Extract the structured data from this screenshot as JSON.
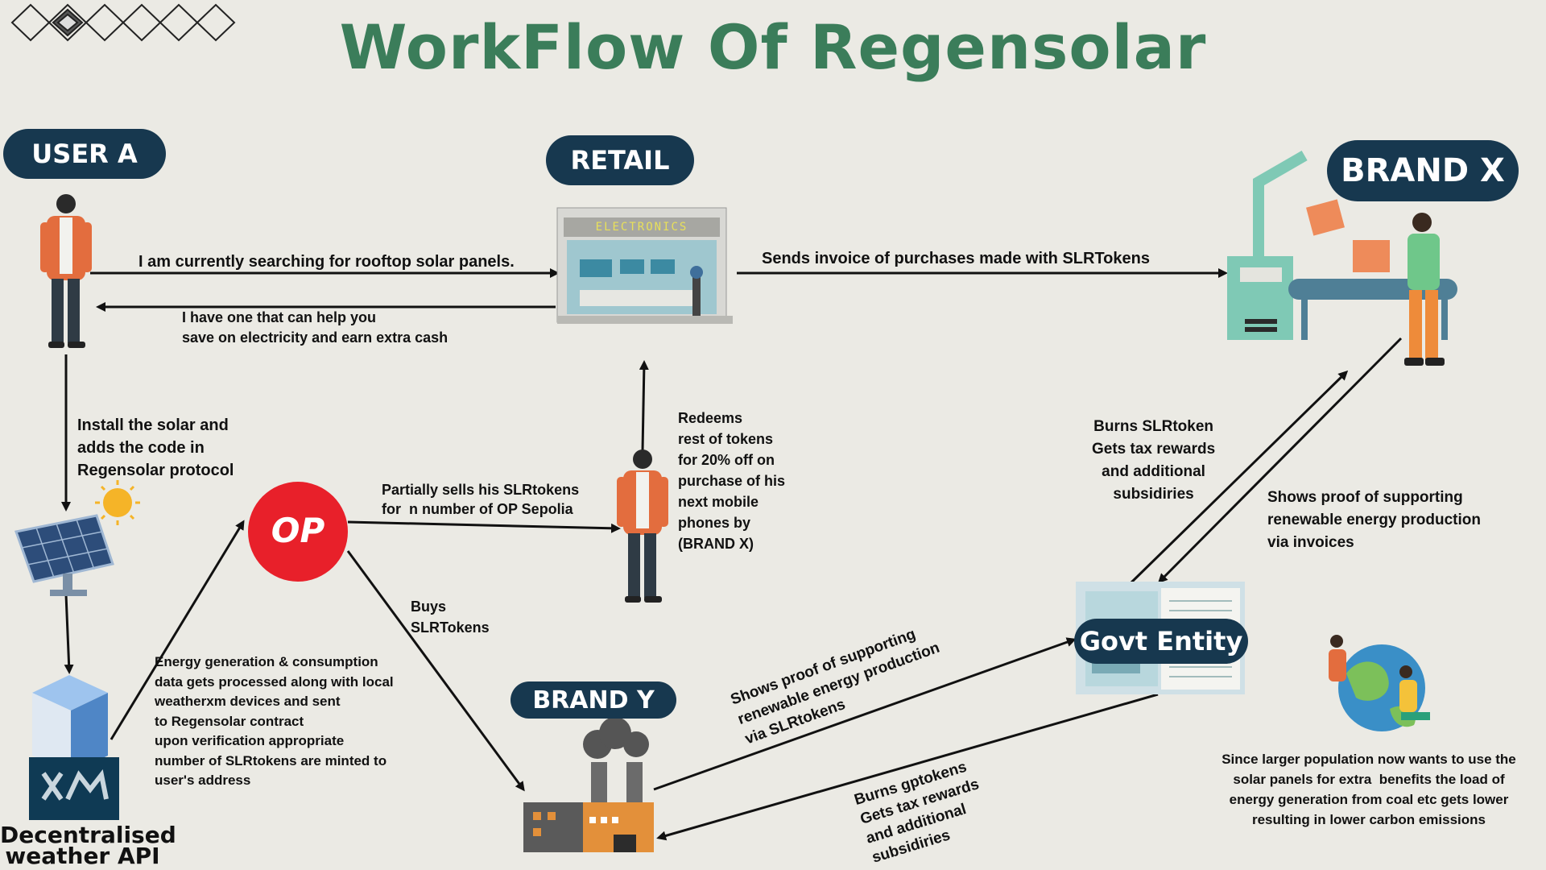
{
  "title": "WorkFlow Of Regensolar",
  "nodes": {
    "user_a": "USER A",
    "retail": "RETAIL",
    "brand_x": "BRAND X",
    "brand_y": "BRAND Y",
    "govt": "Govt Entity",
    "op": "OP",
    "weather_api": "Decentralised weather API"
  },
  "store_sign": "ELECTRONICS",
  "edges": {
    "search": "I am currently searching for rooftop solar panels.",
    "reply": "I have one that can help you\nsave on electricity and earn extra cash",
    "invoice": "Sends invoice of purchases made with SLRTokens",
    "install": "Install the solar and\nadds the code in\nRegensolar protocol",
    "energy": "Energy generation & consumption\ndata gets processed along with local\nweatherxm devices and sent\nto Regensolar contract\nupon verification appropriate\nnumber of SLRtokens are minted to\nuser's address",
    "sells": "Partially sells his SLRtokens\nfor  n number of OP Sepolia",
    "redeems": "Redeems\nrest of tokens\nfor 20% off on\npurchase of his\nnext mobile\nphones by\n(BRAND X)",
    "buys": "Buys\nSLRTokens",
    "burns_x": "Burns SLRtoken\nGets tax rewards\nand additional\nsubsidiries",
    "proof_x": "Shows proof of supporting\nrenewable energy production\nvia invoices",
    "proof_y": "Shows proof of supporting\nrenewable energy production\nvia SLRtokens",
    "burns_y": "Burns gptokens\nGets tax rewards\nand additional\nsubsidiries",
    "population": "Since larger population now wants to use the\nsolar panels for extra  benefits the load of\nenergy generation from coal etc gets lower\nresulting in lower carbon emissions"
  },
  "colors": {
    "title": "#3b7d5a",
    "pill": "#17384f",
    "op": "#e8202a",
    "background": "#ebeae4"
  }
}
